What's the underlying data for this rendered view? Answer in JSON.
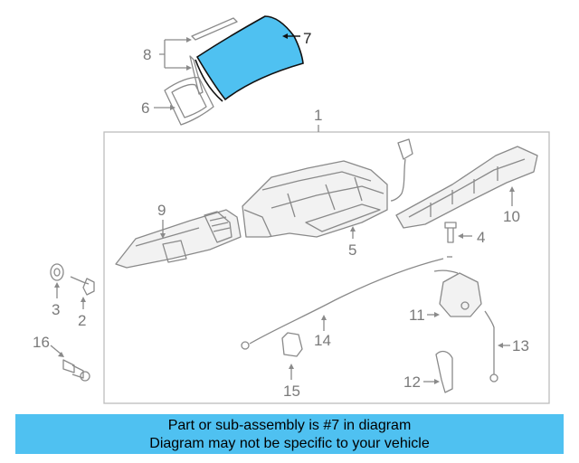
{
  "callouts": {
    "c1": "1",
    "c2": "2",
    "c3": "3",
    "c4": "4",
    "c5": "5",
    "c6": "6",
    "c7": "7",
    "c8": "8",
    "c9": "9",
    "c10": "10",
    "c11": "11",
    "c12": "12",
    "c13": "13",
    "c14": "14",
    "c15": "15",
    "c16": "16"
  },
  "highlighted_part": "7",
  "colors": {
    "highlight": "#4fc1f1",
    "banner": "#4fc1f1",
    "line": "#8a8a8a",
    "label": "#7a7a7a"
  },
  "banner": {
    "line1": "Part or sub-assembly is #7 in diagram",
    "line2": "Diagram may not be specific to your vehicle"
  }
}
